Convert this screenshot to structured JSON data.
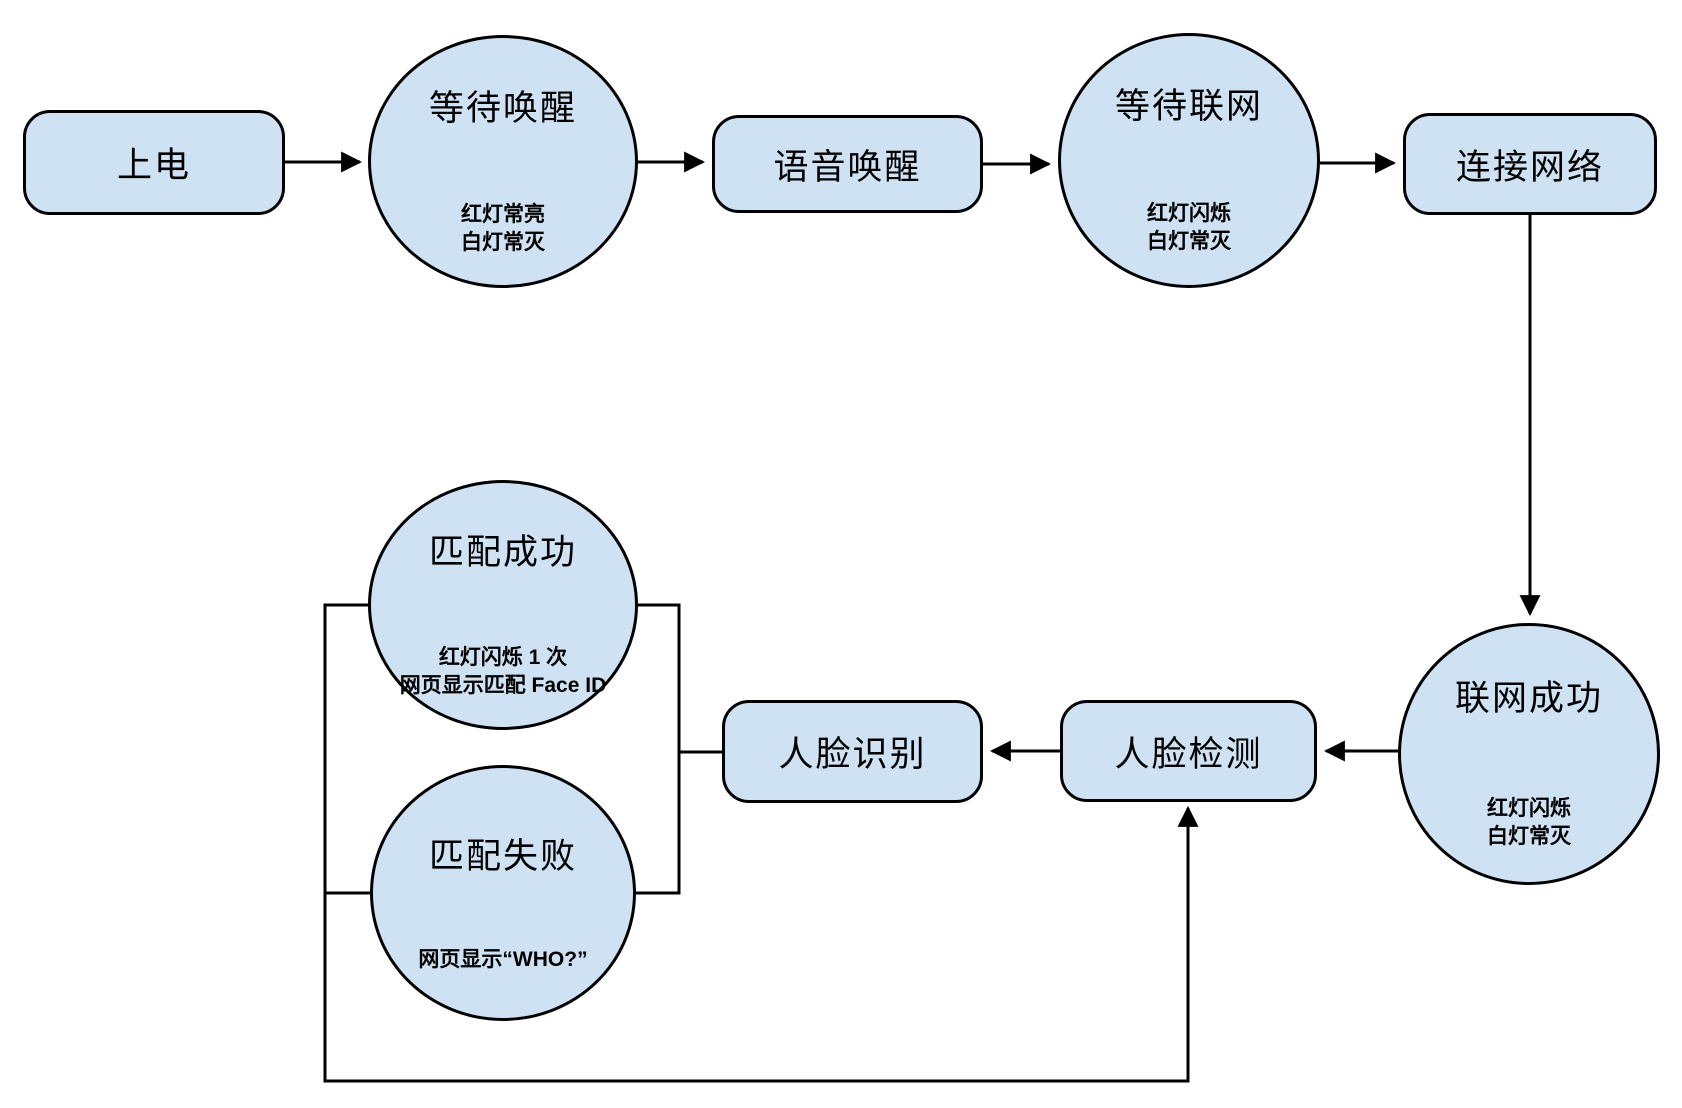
{
  "diagram_type": "flowchart",
  "colors": {
    "node_fill": "#cfe2f3",
    "node_stroke": "#000000",
    "edge_stroke": "#000000",
    "background": "#ffffff"
  },
  "nodes": {
    "power_on": {
      "label": "上电"
    },
    "wait_wake": {
      "label": "等待唤醒",
      "note": "红灯常亮\n白灯常灭"
    },
    "voice_wake": {
      "label": "语音唤醒"
    },
    "wait_network": {
      "label": "等待联网",
      "note": "红灯闪烁\n白灯常灭"
    },
    "connect_network": {
      "label": "连接网络"
    },
    "network_success": {
      "label": "联网成功",
      "note": "红灯闪烁\n白灯常灭"
    },
    "face_detect": {
      "label": "人脸检测"
    },
    "face_recognize": {
      "label": "人脸识别"
    },
    "match_success": {
      "label": "匹配成功",
      "note": "红灯闪烁 1 次\n网页显示匹配 Face ID"
    },
    "match_fail": {
      "label": "匹配失败",
      "note": "网页显示“WHO?”"
    }
  },
  "edges": [
    {
      "from": "power_on",
      "to": "wait_wake",
      "arrow": true
    },
    {
      "from": "wait_wake",
      "to": "voice_wake",
      "arrow": true
    },
    {
      "from": "voice_wake",
      "to": "wait_network",
      "arrow": true
    },
    {
      "from": "wait_network",
      "to": "connect_network",
      "arrow": true
    },
    {
      "from": "connect_network",
      "to": "network_success",
      "arrow": true
    },
    {
      "from": "network_success",
      "to": "face_detect",
      "arrow": true
    },
    {
      "from": "face_detect",
      "to": "face_recognize",
      "arrow": true
    },
    {
      "from": "face_recognize",
      "to": "match_success",
      "arrow": false
    },
    {
      "from": "face_recognize",
      "to": "match_fail",
      "arrow": false
    },
    {
      "from": "match_success",
      "to": "face_detect",
      "arrow": true
    },
    {
      "from": "match_fail",
      "to": "face_detect",
      "arrow": true
    }
  ]
}
